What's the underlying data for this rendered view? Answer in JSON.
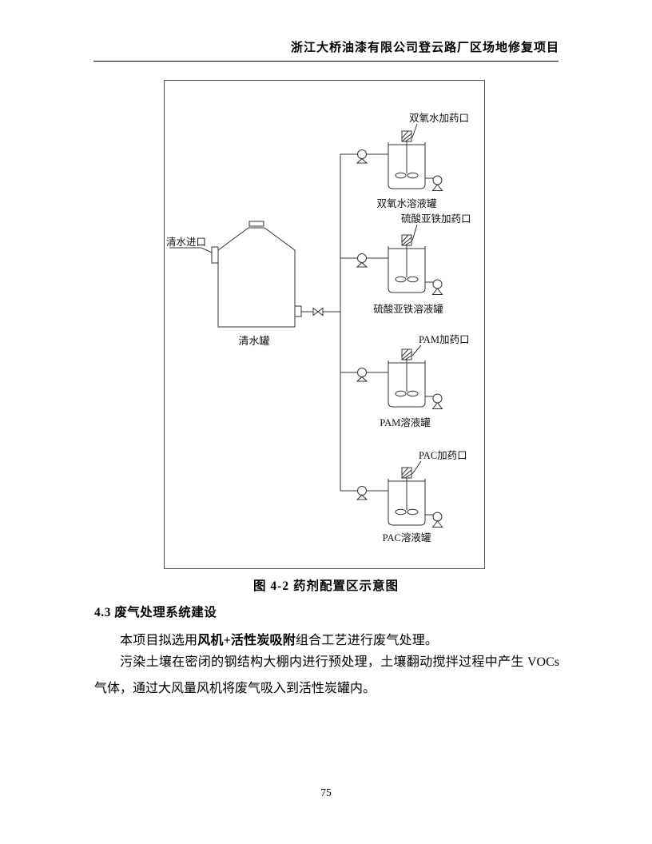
{
  "header": {
    "title": "浙江大桥油漆有限公司登云路厂区场地修复项目"
  },
  "figure": {
    "caption": "图 4-2 药剂配置区示意图",
    "clean_water": {
      "inlet_label": "清水进口",
      "tank_label": "清水罐"
    },
    "dosing_tanks": [
      {
        "port_label": "双氧水加药口",
        "tank_label": "双氧水溶液罐"
      },
      {
        "port_label": "硫酸亚铁加药口",
        "tank_label": "硫酸亚铁溶液罐"
      },
      {
        "port_label": "PAM加药口",
        "tank_label": "PAM溶液罐"
      },
      {
        "port_label": "PAC加药口",
        "tank_label": "PAC溶液罐"
      }
    ]
  },
  "section": {
    "heading": "4.3 废气处理系统建设",
    "para1": {
      "prefix": "本项目拟选用",
      "bold": "风机+活性炭吸附",
      "suffix": "组合工艺进行废气处理。"
    },
    "para2_lines": [
      "污染土壤在密闭的钢结构大棚内进行预处理，土壤翻动搅拌过程中产生 VOCs",
      "气体，通过大风量风机将废气吸入到活性炭罐内。"
    ]
  },
  "footer": {
    "page_number": "75"
  }
}
